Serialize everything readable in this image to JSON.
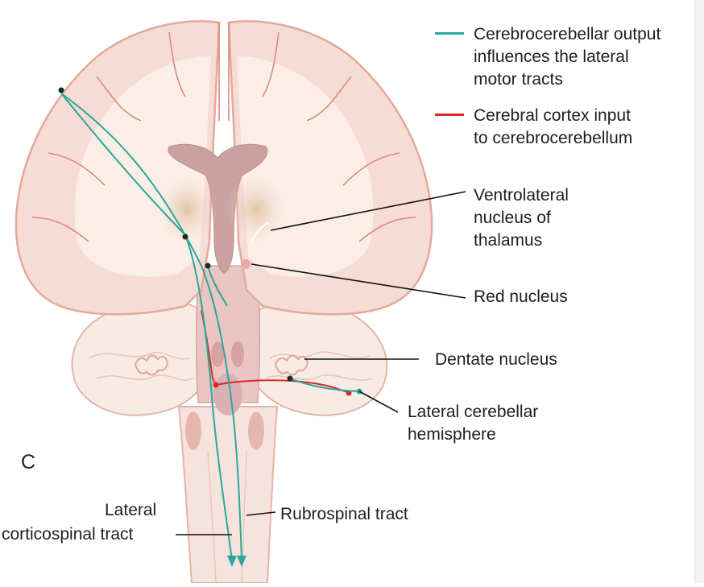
{
  "panel_letter": "C",
  "legend": [
    {
      "lines": [
        "Cerebrocerebellar output",
        "influences the lateral",
        "motor tracts"
      ],
      "color": "#2aa899"
    },
    {
      "lines": [
        "Cerebral cortex input",
        "to cerebrocerebellum"
      ],
      "color": "#d62b2b"
    }
  ],
  "labels": {
    "ventrolateral": [
      "Ventrolateral",
      "nucleus of",
      "thalamus"
    ],
    "red_nucleus": "Red nucleus",
    "dentate_nucleus": "Dentate nucleus",
    "lateral_cerebellar": [
      "Lateral cerebellar",
      "hemisphere"
    ],
    "lateral_corticospinal": [
      "Lateral",
      "corticospinal tract"
    ],
    "rubrospinal": "Rubrospinal tract"
  }
}
